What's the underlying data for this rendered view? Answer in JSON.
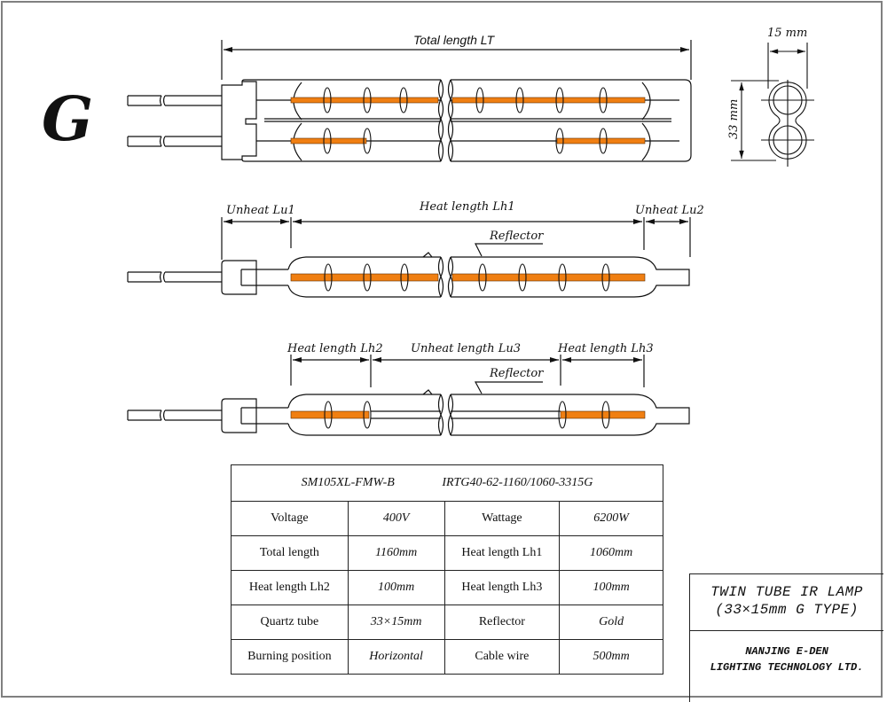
{
  "document": {
    "type_letter": "G",
    "colors": {
      "filament": "#F07F12",
      "line": "#111111",
      "frame": "#808080"
    }
  },
  "top_view": {
    "total_length_label": "Total length LT",
    "width_dim_label": "15 mm",
    "height_dim_label": "33 mm"
  },
  "middle_view": {
    "unheat_lu1_label": "Unheat Lu1",
    "heat_lh1_label": "Heat length Lh1",
    "unheat_lu2_label": "Unheat Lu2",
    "reflector_label": "Reflector"
  },
  "bottom_view": {
    "heat_lh2_label": "Heat length Lh2",
    "unheat_lu3_label": "Unheat length Lu3",
    "heat_lh3_label": "Heat length Lh3",
    "reflector_label": "Reflector"
  },
  "spec_table": {
    "model": "SM105XL-FMW-B",
    "code": "IRTG40-62-1160/1060-3315G",
    "rows": [
      {
        "label1": "Voltage",
        "value1": "400V",
        "label2": "Wattage",
        "value2": "6200W"
      },
      {
        "label1": "Total length",
        "value1": "1160mm",
        "label2": "Heat length Lh1",
        "value2": "1060mm"
      },
      {
        "label1": "Heat length Lh2",
        "value1": "100mm",
        "label2": "Heat length Lh3",
        "value2": "100mm"
      },
      {
        "label1": "Quartz tube",
        "value1": "33×15mm",
        "label2": "Reflector",
        "value2": "Gold"
      },
      {
        "label1": "Burning position",
        "value1": "Horizontal",
        "label2": "Cable wire",
        "value2": "500mm"
      }
    ]
  },
  "title_block": {
    "title_line1": "TWIN TUBE IR LAMP",
    "title_line2": "(33×15mm G TYPE)",
    "company_line1": "NANJING E-DEN",
    "company_line2": "LIGHTING TECHNOLOGY LTD."
  }
}
